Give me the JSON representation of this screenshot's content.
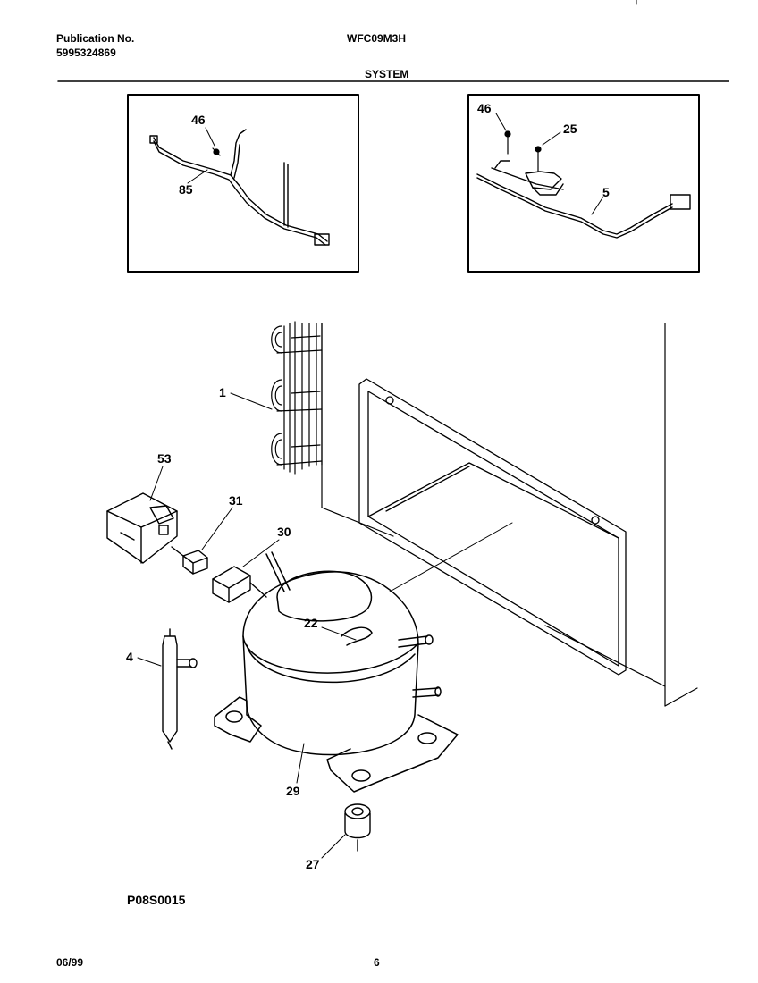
{
  "header": {
    "publication_label": "Publication No.",
    "publication_number": "5995324869",
    "model": "WFC09M3H",
    "section": "SYSTEM"
  },
  "callouts": {
    "c46a": "46",
    "c85": "85",
    "c46b": "46",
    "c25": "25",
    "c5": "5",
    "c1": "1",
    "c53": "53",
    "c31": "31",
    "c30": "30",
    "c4": "4",
    "c22": "22",
    "c29": "29",
    "c27": "27"
  },
  "figure_code": "P08S0015",
  "footer": {
    "date": "06/99",
    "page": "6"
  }
}
